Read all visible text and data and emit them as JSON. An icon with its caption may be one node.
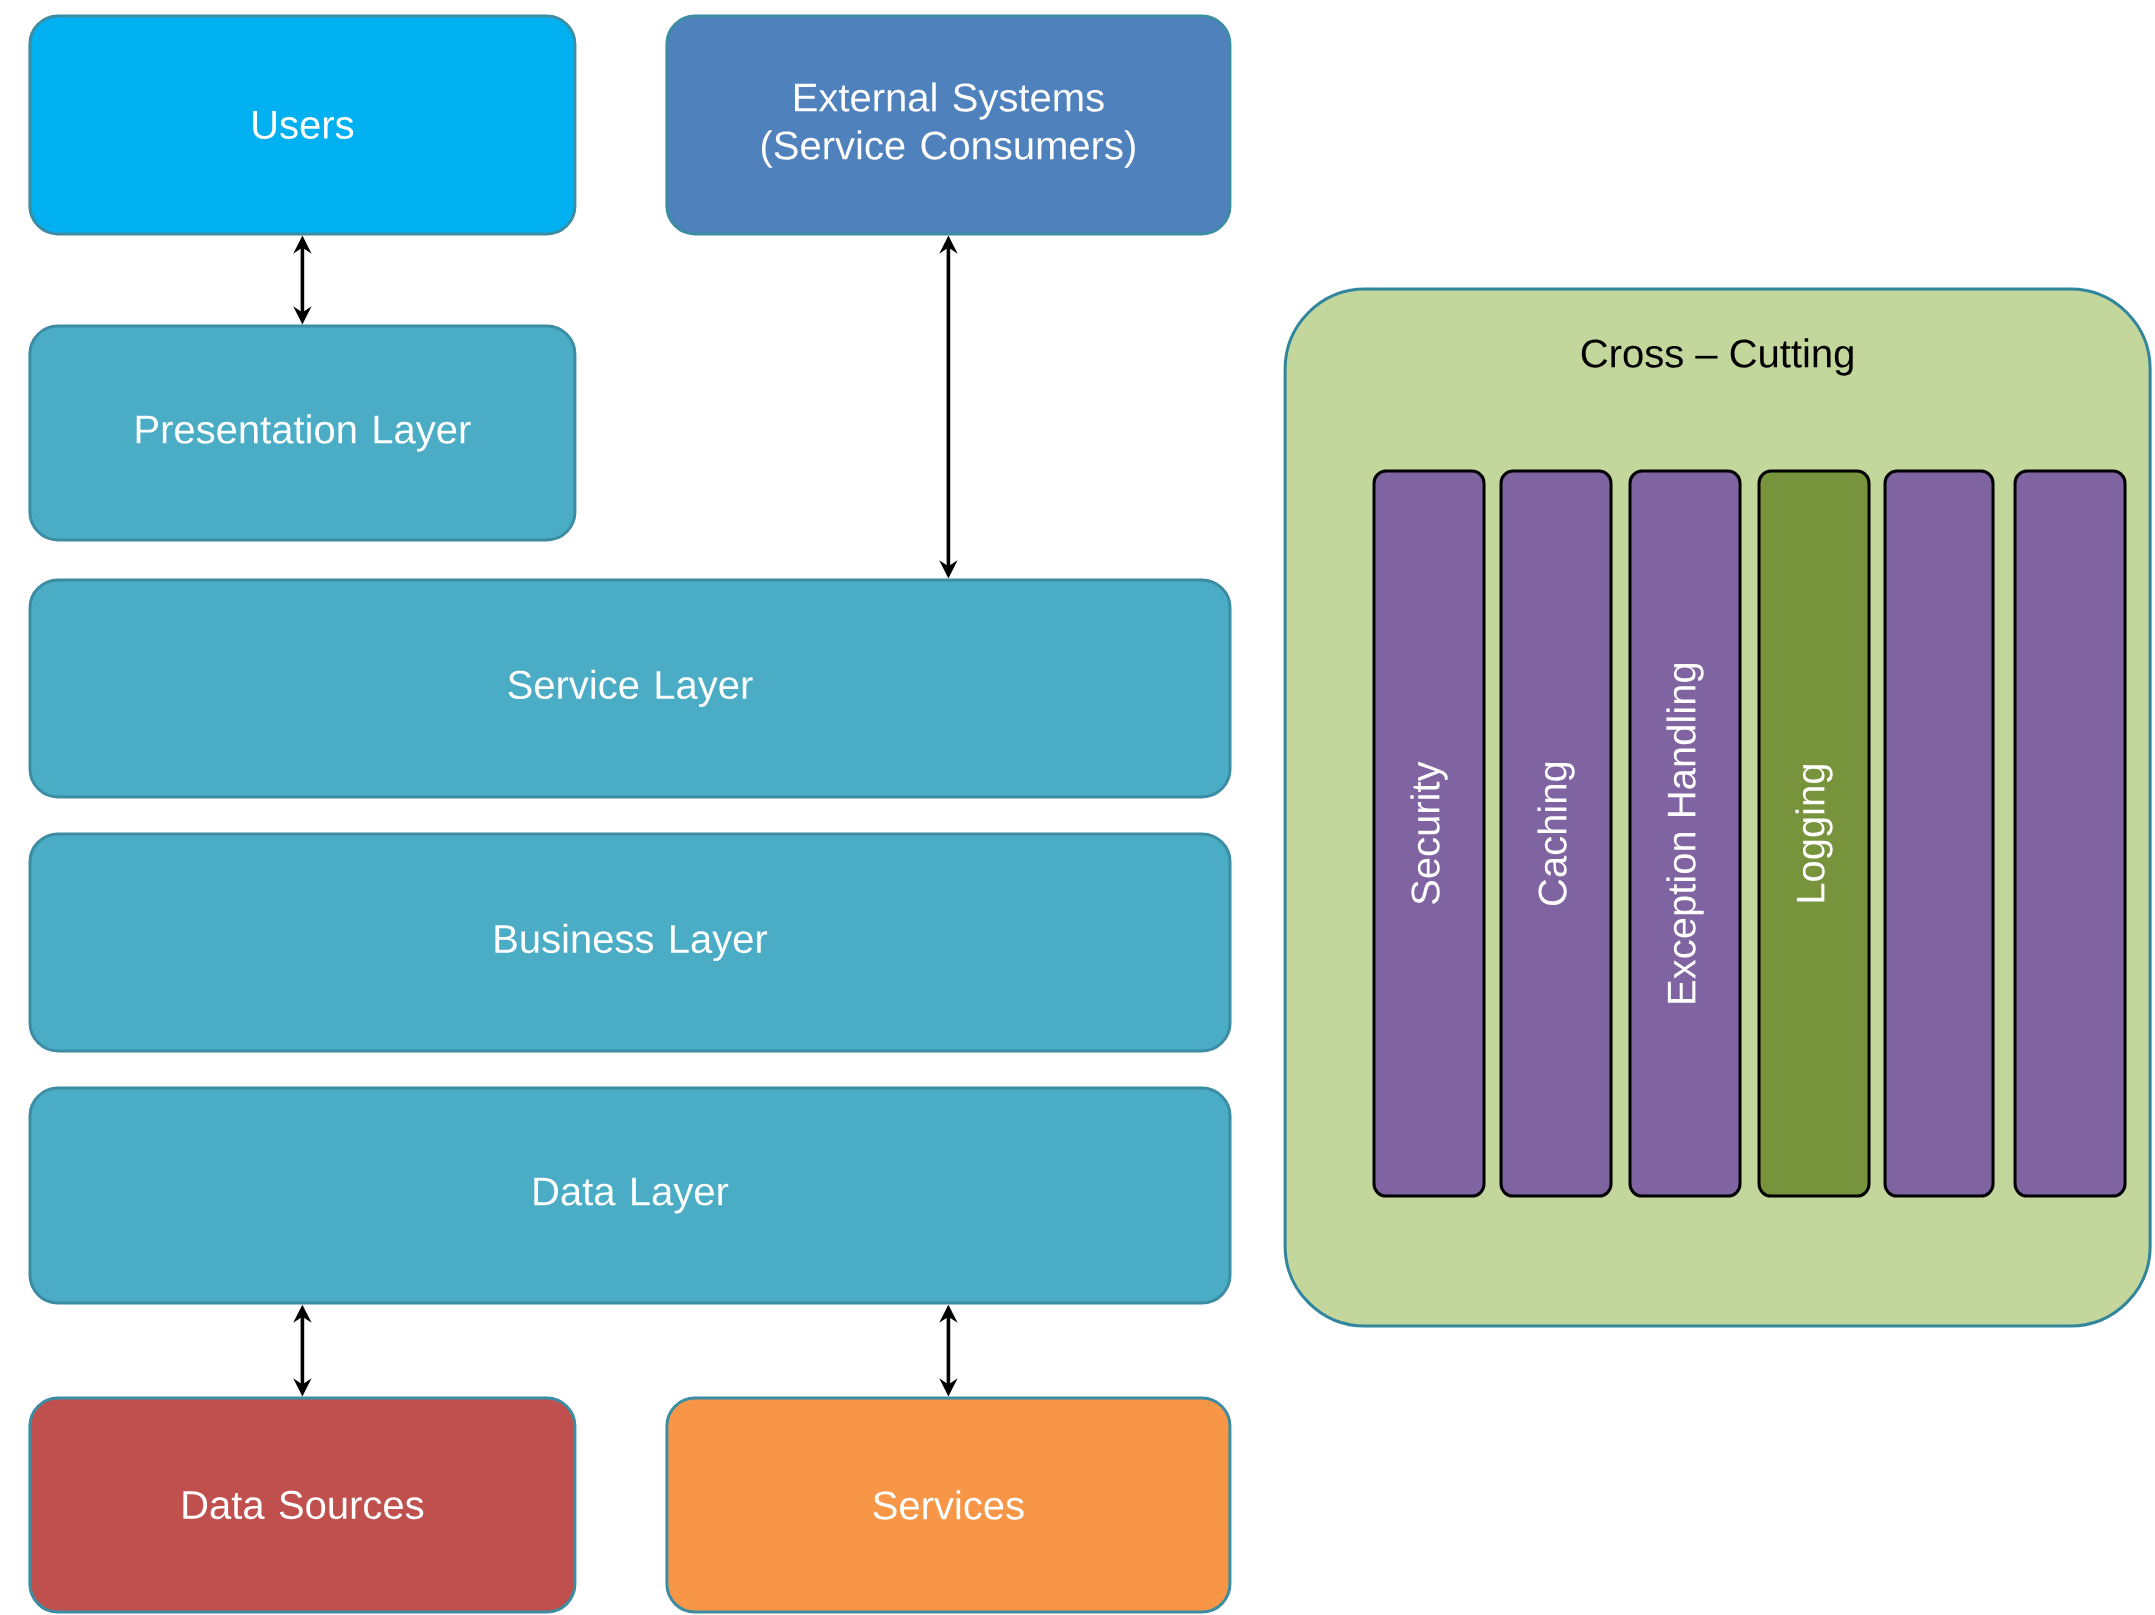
{
  "diagram": {
    "nodes": [
      {
        "text": [
          "Users"
        ]
      },
      {
        "text": [
          "External Systems (Service Consumers)"
        ]
      },
      {
        "text": [
          "Presentation Layer"
        ]
      },
      {
        "text": [
          "Service Layer"
        ]
      },
      {
        "text": [
          "Business Layer"
        ]
      },
      {
        "text": [
          "Data Layer"
        ]
      },
      {
        "text": [
          "Data Sources"
        ]
      },
      {
        "text": [
          "Services"
        ]
      },
      {
        "text": [
          "Cross – Cutting"
        ]
      },
      {
        "text": [
          "Security"
        ],
        "in": 8
      },
      {
        "text": [
          "Caching"
        ],
        "in": 8
      },
      {
        "text": [
          "Exception  Handling"
        ],
        "in": 8
      },
      {
        "text": [
          "Logging"
        ],
        "in": 8
      },
      {
        "text": [],
        "shape": "bar",
        "in": 8
      },
      {
        "text": [],
        "shape": "bar",
        "in": 8
      }
    ],
    "edges": [
      {
        "from": 0,
        "to": 2,
        "arrow": "both"
      },
      {
        "from": 1,
        "to": 3,
        "arrow": "both"
      },
      {
        "from": 5,
        "to": 6,
        "arrow": "both"
      },
      {
        "from": 5,
        "to": 7,
        "arrow": "both"
      }
    ]
  }
}
